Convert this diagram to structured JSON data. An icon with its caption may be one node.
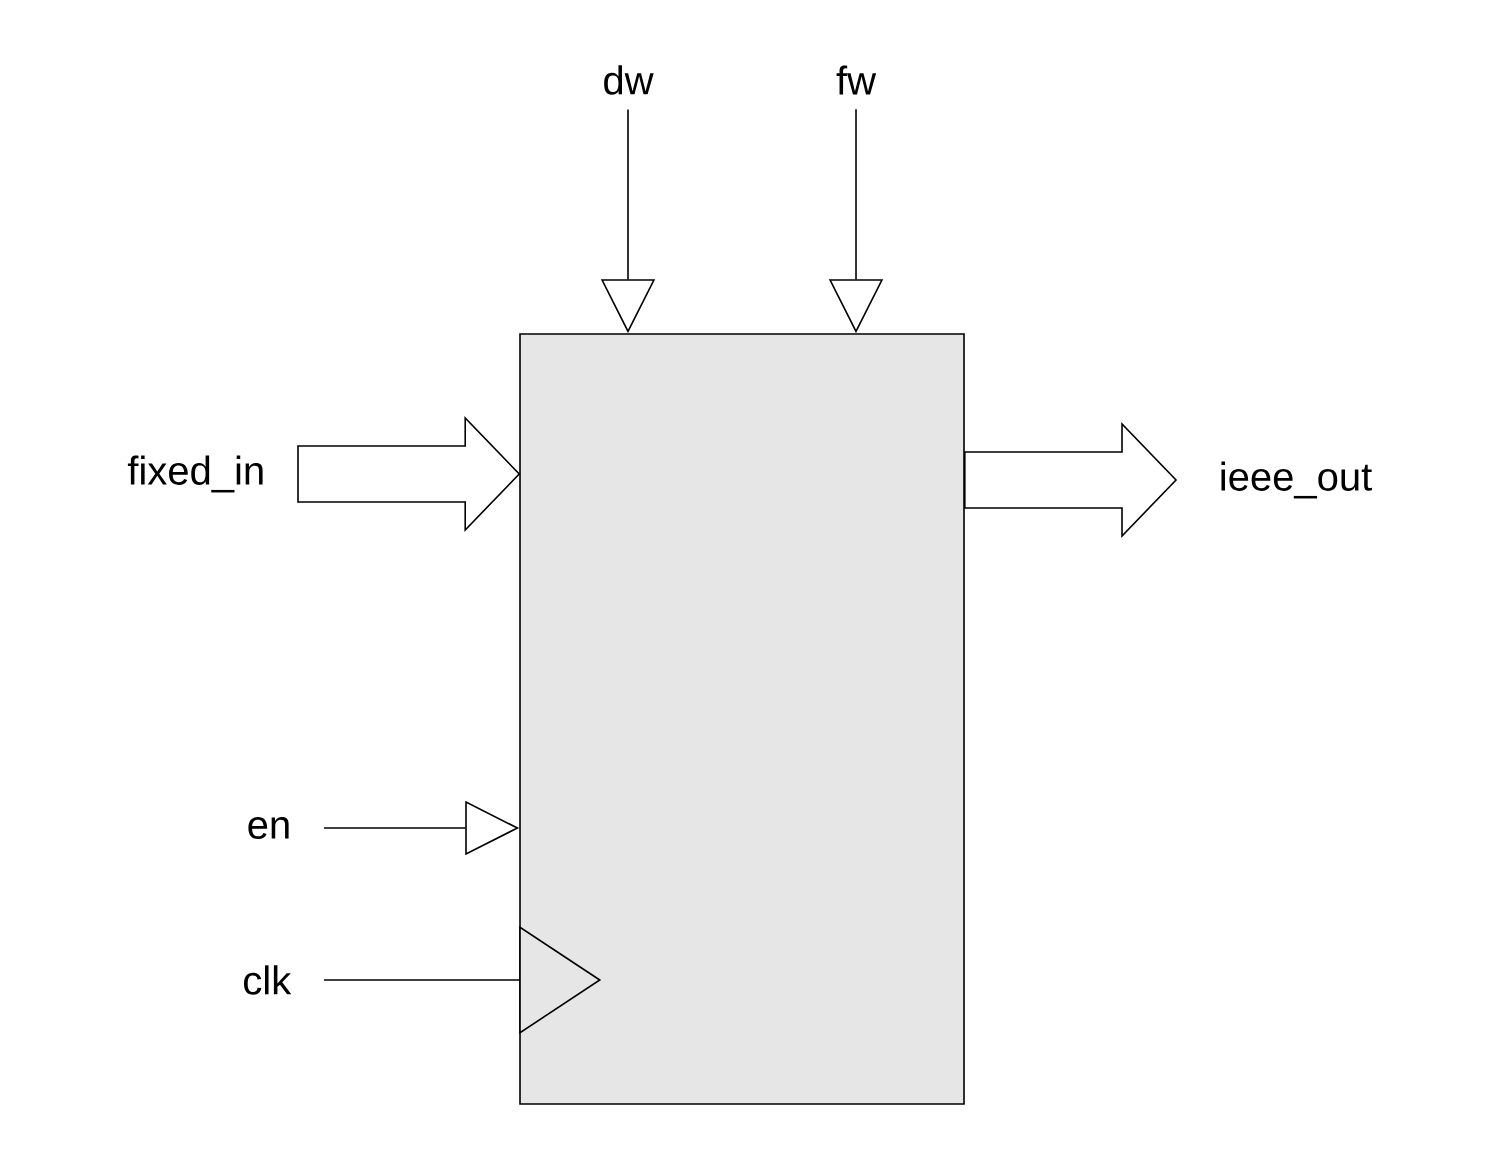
{
  "diagram": {
    "nodes": [
      {
        "text": [],
        "shape": "box"
      },
      {
        "text": [
          "dw"
        ]
      },
      {
        "text": [
          "fw"
        ]
      },
      {
        "text": [
          "fixed_in"
        ]
      },
      {
        "text": [
          "ieee_out"
        ]
      },
      {
        "text": [
          "en"
        ]
      },
      {
        "text": [
          "clk"
        ]
      }
    ],
    "edges": [
      {
        "from": 1,
        "to": 0,
        "arrow": "to"
      },
      {
        "from": 2,
        "to": 0,
        "arrow": "to"
      },
      {
        "from": 3,
        "to": 0,
        "arrow": "to",
        "style": "thick"
      },
      {
        "from": 0,
        "to": 4,
        "arrow": "to",
        "style": "thick"
      },
      {
        "from": 5,
        "to": 0,
        "arrow": "to"
      },
      {
        "from": 6,
        "to": 0,
        "arrow": "to"
      }
    ]
  }
}
